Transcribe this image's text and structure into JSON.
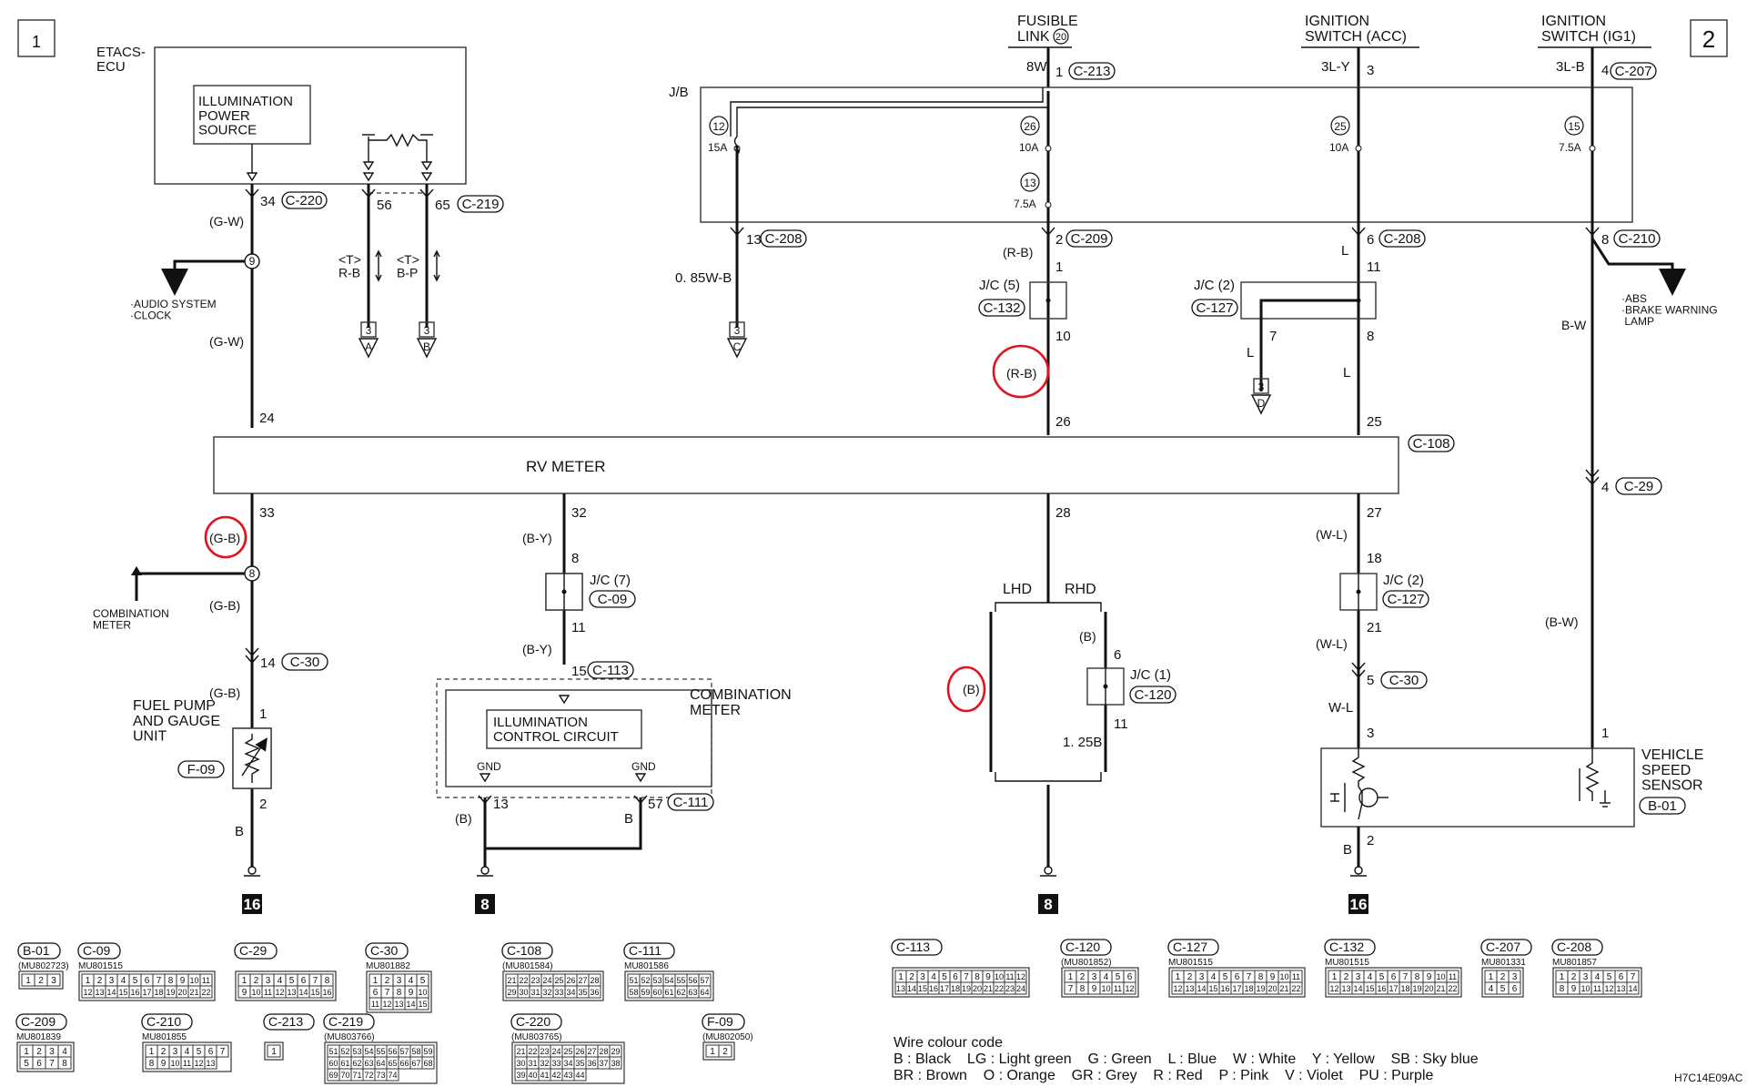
{
  "pages": [
    "1",
    "2"
  ],
  "etacs": {
    "name": "ETACS-\nECU",
    "source_label": "ILLUMINATION\nPOWER\nSOURCE",
    "pin34": "34",
    "conn220": "C-220",
    "pin56": "56",
    "pin65": "65",
    "conn219": "C-219",
    "wire_gw": "(G-W)",
    "t_rb": "<T>\nR-B",
    "t_bp": "<T>\nB-P",
    "splice9": "9",
    "audio": "·AUDIO SYSTEM\n·CLOCK",
    "to_a": "3",
    "to_b": "3",
    "label_a": "A",
    "label_b": "B"
  },
  "top": {
    "fusible": "FUSIBLE\nLINK",
    "fusible_num": "20",
    "ign_acc": "IGNITION\nSWITCH (ACC)",
    "ign_ig1": "IGNITION\nSWITCH (IG1)",
    "w8w": "8W",
    "p1": "1",
    "c213": "C-213",
    "w3ly": "3L-Y",
    "p3": "3",
    "w3lb": "3L-B",
    "p4": "4",
    "c207": "C-207",
    "jb": "J/B"
  },
  "fuses": [
    {
      "num": "12",
      "rating": "15A"
    },
    {
      "num": "26",
      "rating": "10A"
    },
    {
      "num": "13",
      "rating": "7.5A"
    },
    {
      "num": "25",
      "rating": "10A"
    },
    {
      "num": "15",
      "rating": "7.5A"
    }
  ],
  "jb_out": {
    "p13": "13",
    "c208a": "C-208",
    "w085": "0. 85W-B",
    "to_c": "3",
    "label_c": "C",
    "wrb": "(R-B)",
    "p2": "2",
    "c209": "C-209",
    "jc5_p1": "1",
    "jc5": "J/C (5)",
    "c132": "C-132",
    "jc5_p10": "10",
    "wrb2": "(R-B)",
    "p26": "26",
    "wl": "L",
    "p6": "6",
    "c208b": "C-208",
    "jc2_p11": "11",
    "jc2": "J/C (2)",
    "c127": "C-127",
    "jc2_p7": "7",
    "jc2_p8": "8",
    "wl2": "L",
    "wl3": "L",
    "to_d": "3",
    "label_d": "D",
    "p25": "25",
    "p8": "8",
    "c210": "C-210",
    "abs": "·ABS\n·BRAKE WARNING\n LAMP",
    "wbw": "B-W",
    "p4b": "4",
    "c29": "C-29",
    "wbw2": "(B-W)"
  },
  "meter": {
    "name": "RV METER",
    "p24": "24",
    "c108": "C-108"
  },
  "bottom": {
    "p33": "33",
    "wgb1": "(G-B)",
    "splice8": "8",
    "comb_left": "COMBINATION\nMETER",
    "wgb2": "(G-B)",
    "p14": "14",
    "c30a": "C-30",
    "wgb3": "(G-B)",
    "p1f": "1",
    "fuel": "FUEL PUMP\nAND GAUGE\nUNIT",
    "f09": "F-09",
    "p2f": "2",
    "wb": "B",
    "gnd16a": "16",
    "p32": "32",
    "wby": "(B-Y)",
    "p8jc7": "8",
    "jc7": "J/C (7)",
    "c09": "C-09",
    "p11jc7": "11",
    "wby2": "(B-Y)",
    "p15": "15",
    "c113": "C-113",
    "comb_right": "COMBINATION\nMETER",
    "illum": "ILLUMINATION\nCONTROL CIRCUIT",
    "gnd": "GND",
    "gnd2": "GND",
    "p13b": "13",
    "p57": "57",
    "c111": "C-111",
    "wbb": "(B)",
    "wb2": "B",
    "gnd8a": "8",
    "p28": "28",
    "lhd": "LHD",
    "rhd": "RHD",
    "wbrhd": "(B)",
    "p6jc1": "6",
    "jc1": "J/C (1)",
    "c120": "C-120",
    "p11jc1": "11",
    "w125": "1. 25B",
    "wblhd": "(B)",
    "gnd8b": "8",
    "p27": "27",
    "wwl": "(W-L)",
    "p18": "18",
    "jc2b": "J/C (2)",
    "c127b": "C-127",
    "p21": "21",
    "wwl2": "(W-L)",
    "p5": "5",
    "c30b": "C-30",
    "wwl3": "W-L",
    "p3v": "3",
    "p2v": "2",
    "wbv": "B",
    "gnd16b": "16",
    "p1v": "1",
    "vss": "VEHICLE\nSPEED\nSENSOR",
    "b01": "B-01"
  },
  "connectors": [
    {
      "id": "B-01",
      "part": "(MU802723)",
      "pins": [
        "1",
        "2",
        "3"
      ]
    },
    {
      "id": "C-09",
      "part": "MU801515",
      "pins": [
        "1",
        "2",
        "3",
        "4",
        "5",
        "6",
        "7",
        "8",
        "9",
        "10",
        "11",
        "12",
        "13",
        "14",
        "15",
        "16",
        "17",
        "18",
        "19",
        "20",
        "21",
        "22"
      ]
    },
    {
      "id": "C-29",
      "part": "",
      "pins": [
        "1",
        "2",
        "3",
        "4",
        "5",
        "6",
        "7",
        "8",
        "9",
        "10",
        "11",
        "12",
        "13",
        "14",
        "15",
        "16"
      ]
    },
    {
      "id": "C-30",
      "part": "MU801882",
      "pins": [
        "1",
        "2",
        "3",
        "4",
        "5",
        "6",
        "7",
        "8",
        "9",
        "10",
        "11",
        "12",
        "13",
        "14",
        "15"
      ]
    },
    {
      "id": "C-108",
      "part": "(MU801584)",
      "pins": [
        "21",
        "22",
        "23",
        "24",
        "25",
        "26",
        "27",
        "28",
        "29",
        "30",
        "31",
        "32",
        "33",
        "34",
        "35",
        "36"
      ]
    },
    {
      "id": "C-111",
      "part": "MU801586",
      "pins": [
        "51",
        "52",
        "53",
        "54",
        "55",
        "56",
        "57",
        "58",
        "59",
        "60",
        "61",
        "62",
        "63",
        "64"
      ]
    },
    {
      "id": "C-209",
      "part": "MU801839",
      "pins": [
        "1",
        "2",
        "3",
        "4",
        "5",
        "6",
        "7",
        "8"
      ]
    },
    {
      "id": "C-210",
      "part": "MU801855",
      "pins": [
        "1",
        "2",
        "3",
        "4",
        "5",
        "6",
        "7",
        "8",
        "9",
        "10",
        "11",
        "12",
        "13"
      ]
    },
    {
      "id": "C-213",
      "part": "",
      "pins": [
        "1"
      ]
    },
    {
      "id": "C-219",
      "part": "(MU803766)",
      "pins": [
        "51",
        "52",
        "53",
        "54",
        "55",
        "56",
        "57",
        "58",
        "59",
        "60",
        "61",
        "62",
        "63",
        "64",
        "65",
        "66",
        "67",
        "68",
        "69",
        "70",
        "71",
        "72",
        "73",
        "74"
      ]
    },
    {
      "id": "C-220",
      "part": "(MU803765)",
      "pins": [
        "21",
        "22",
        "23",
        "24",
        "25",
        "26",
        "27",
        "28",
        "29",
        "30",
        "31",
        "32",
        "33",
        "34",
        "35",
        "36",
        "37",
        "38",
        "39",
        "40",
        "41",
        "42",
        "43",
        "44"
      ]
    },
    {
      "id": "F-09",
      "part": "(MU802050)",
      "pins": [
        "1",
        "2"
      ]
    },
    {
      "id": "C-113",
      "part": "",
      "pins": [
        "1",
        "2",
        "3",
        "4",
        "5",
        "6",
        "7",
        "8",
        "9",
        "10",
        "11",
        "12",
        "13",
        "14",
        "15",
        "16",
        "17",
        "18",
        "19",
        "20",
        "21",
        "22",
        "23",
        "24"
      ]
    },
    {
      "id": "C-120",
      "part": "(MU801852)",
      "pins": [
        "1",
        "2",
        "3",
        "4",
        "5",
        "6",
        "7",
        "8",
        "9",
        "10",
        "11",
        "12"
      ]
    },
    {
      "id": "C-127",
      "part": "MU801515",
      "pins": [
        "1",
        "2",
        "3",
        "4",
        "5",
        "6",
        "7",
        "8",
        "9",
        "10",
        "11",
        "12",
        "13",
        "14",
        "15",
        "16",
        "17",
        "18",
        "19",
        "20",
        "21",
        "22"
      ]
    },
    {
      "id": "C-132",
      "part": "MU801515",
      "pins": [
        "1",
        "2",
        "3",
        "4",
        "5",
        "6",
        "7",
        "8",
        "9",
        "10",
        "11",
        "12",
        "13",
        "14",
        "15",
        "16",
        "17",
        "18",
        "19",
        "20",
        "21",
        "22"
      ]
    },
    {
      "id": "C-207",
      "part": "MU801331",
      "pins": [
        "1",
        "2",
        "3",
        "4",
        "5",
        "6"
      ]
    },
    {
      "id": "C-208",
      "part": "MU801857",
      "pins": [
        "1",
        "2",
        "3",
        "4",
        "5",
        "6",
        "7",
        "8",
        "9",
        "10",
        "11",
        "12",
        "13",
        "14"
      ]
    }
  ],
  "legend": {
    "title": "Wire colour code",
    "row1": "B : Black    LG : Light green    G : Green    L : Blue    W : White    Y : Yellow    SB : Sky blue",
    "row2": "BR : Brown    O : Orange    GR : Grey    R : Red    P : Pink    V : Violet    PU : Purple"
  },
  "code": "H7C14E09AC"
}
